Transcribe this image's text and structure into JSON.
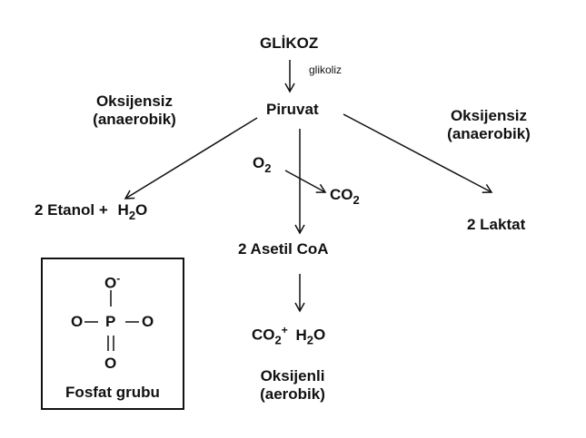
{
  "top": "GLİKOZ",
  "glycolysis": "glikoliz",
  "pyruvate": "Piruvat",
  "left_condition": [
    "Oksijensiz",
    "(anaerobik)"
  ],
  "right_condition": [
    "Oksijensiz",
    "(anaerobik)"
  ],
  "ethanol": {
    "prefix": "2 Etanol",
    "plus": "+",
    "h": "H",
    "sub": "2",
    "o": "O"
  },
  "lactate": "2 Laktat",
  "oxygen": {
    "o": "O",
    "sub": "2"
  },
  "co2_side": {
    "co": "CO",
    "sub": "2"
  },
  "acetyl": "2 Asetil CoA",
  "products": {
    "co": "CO",
    "sub1": "2",
    "plus": "+",
    "h": "H",
    "sub2": "2",
    "o": "O"
  },
  "aerobic": [
    "Oksijenli",
    "(aerobik)"
  ],
  "phosphate": {
    "o_top": "O",
    "charge": "-",
    "o_left": "O",
    "p": "P",
    "o_right": "O",
    "o_bottom": "O",
    "caption": "Fosfat grubu"
  }
}
